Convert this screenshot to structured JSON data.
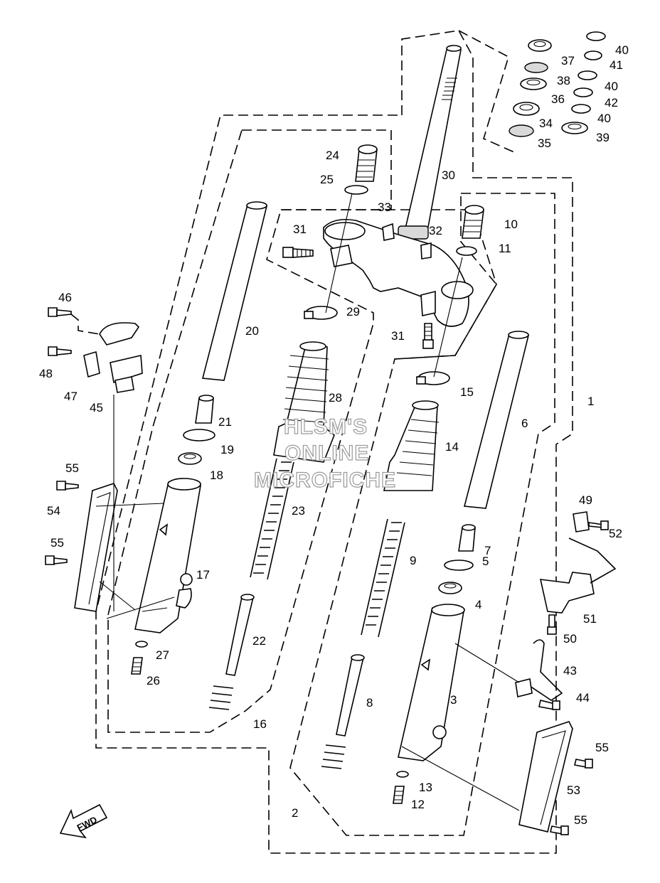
{
  "diagram": {
    "watermark": [
      "HLSM'S",
      "ONLINE",
      "MICROFICHE"
    ],
    "direction_label": "FWD",
    "callouts": {
      "c1": "1",
      "c2": "2",
      "c3": "3",
      "c4": "4",
      "c5": "5",
      "c6": "6",
      "c7": "7",
      "c8": "8",
      "c9": "9",
      "c10": "10",
      "c11": "11",
      "c12": "12",
      "c13": "13",
      "c14": "14",
      "c15": "15",
      "c16": "16",
      "c17": "17",
      "c18": "18",
      "c19": "19",
      "c20": "20",
      "c21": "21",
      "c22": "22",
      "c23": "23",
      "c24": "24",
      "c25": "25",
      "c26": "26",
      "c27": "27",
      "c28": "28",
      "c29": "29",
      "c30": "30",
      "c31a": "31",
      "c31b": "31",
      "c32": "32",
      "c33": "33",
      "c34": "34",
      "c35": "35",
      "c36": "36",
      "c37": "37",
      "c38": "38",
      "c39": "39",
      "c40a": "40",
      "c40b": "40",
      "c40c": "40",
      "c41": "41",
      "c42": "42",
      "c43": "43",
      "c44": "44",
      "c45": "45",
      "c46": "46",
      "c47": "47",
      "c48": "48",
      "c49": "49",
      "c50": "50",
      "c51": "51",
      "c52": "52",
      "c53": "53",
      "c54": "54",
      "c55a": "55",
      "c55b": "55",
      "c55c": "55",
      "c55d": "55"
    }
  }
}
